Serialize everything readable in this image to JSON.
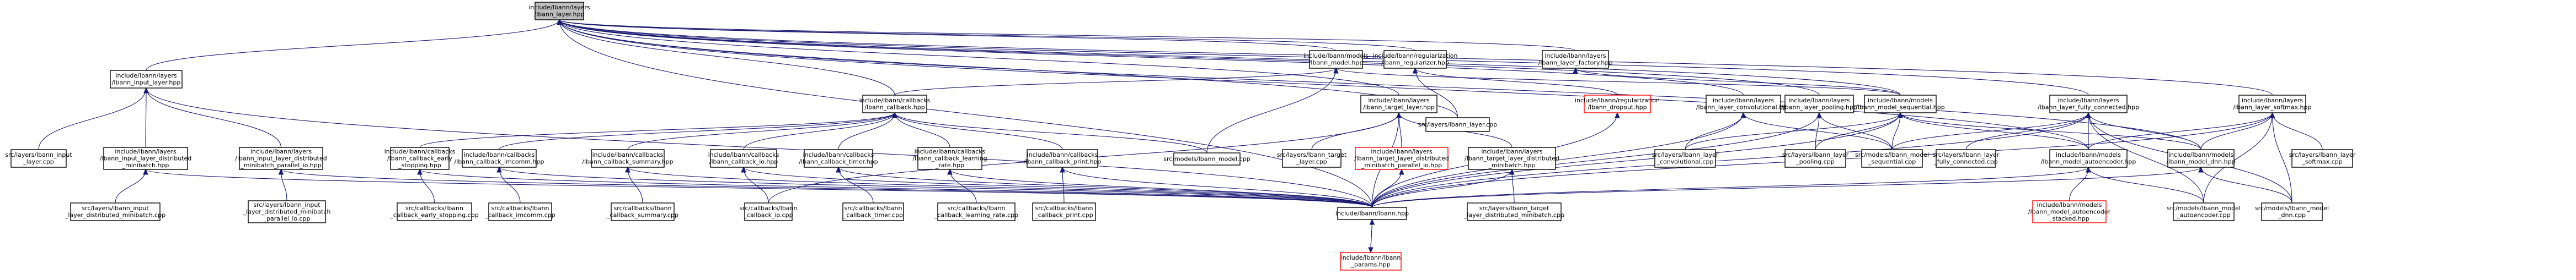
{
  "colors": {
    "edge": "#191970",
    "root_fill": "#bfbfbf",
    "missing_file_border": "#ff0000",
    "node_border": "#000000",
    "node_fill": "#ffffff"
  },
  "nodes": [
    {
      "id": "root",
      "lines": [
        "include/lbann/layers",
        "/lbann_layer.hpp"
      ],
      "style": "root"
    },
    {
      "id": "n_input_layer_hpp",
      "lines": [
        "include/lbann/layers",
        "/lbann_input_layer.hpp"
      ]
    },
    {
      "id": "n_model_hpp",
      "lines": [
        "include/lbann/models",
        "/lbann_model.hpp"
      ]
    },
    {
      "id": "n_regularizer_hpp",
      "lines": [
        "include/lbann/regularization",
        "/lbann_regularizer.hpp"
      ]
    },
    {
      "id": "n_layer_factory_hpp",
      "lines": [
        "include/lbann/layers",
        "/lbann_layer_factory.hpp"
      ]
    },
    {
      "id": "n_softmax_hpp",
      "lines": [
        "include/lbann/layers",
        "/lbann_layer_softmax.hpp"
      ]
    },
    {
      "id": "n_callback_hpp",
      "lines": [
        "include/lbann/callbacks",
        "/lbann_callback.hpp"
      ]
    },
    {
      "id": "n_target_layer_hpp",
      "lines": [
        "include/lbann/layers",
        "/lbann_target_layer.hpp"
      ]
    },
    {
      "id": "n_layer_cpp",
      "lines": [
        "src/layers/lbann_layer.cpp"
      ]
    },
    {
      "id": "n_dropout_hpp",
      "lines": [
        "include/lbann/regularization",
        "/lbann_dropout.hpp"
      ],
      "style": "missing"
    },
    {
      "id": "n_convolutional_hpp",
      "lines": [
        "include/lbann/layers",
        "/lbann_layer_convolutional.hpp"
      ]
    },
    {
      "id": "n_pooling_hpp",
      "lines": [
        "include/lbann/layers",
        "/lbann_layer_pooling.hpp"
      ]
    },
    {
      "id": "n_sequential_hpp",
      "lines": [
        "include/lbann/models",
        "/lbann_model_sequential.hpp"
      ]
    },
    {
      "id": "n_fully_connected_hpp",
      "lines": [
        "include/lbann/layers",
        "/lbann_layer_fully_connected.hpp"
      ]
    },
    {
      "id": "n_input_layer_cpp",
      "lines": [
        "src/layers/lbann_input",
        "_layer.cpp"
      ]
    },
    {
      "id": "n_input_dist_minibatch_hpp",
      "lines": [
        "include/lbann/layers",
        "/lbann_input_layer_distributed",
        "_minibatch.hpp"
      ]
    },
    {
      "id": "n_input_dist_minibatch_parallel_io_hpp",
      "lines": [
        "include/lbann/layers",
        "/lbann_input_layer_distributed",
        "_minibatch_parallel_io.hpp"
      ]
    },
    {
      "id": "n_cb_early_stopping_hpp",
      "lines": [
        "include/lbann/callbacks",
        "/lbann_callback_early",
        "_stopping.hpp"
      ]
    },
    {
      "id": "n_cb_imcomm_hpp",
      "lines": [
        "include/lbann/callbacks",
        "/lbann_callback_imcomm.hpp"
      ]
    },
    {
      "id": "n_cb_summary_hpp",
      "lines": [
        "include/lbann/callbacks",
        "/lbann_callback_summary.hpp"
      ]
    },
    {
      "id": "n_cb_io_hpp",
      "lines": [
        "include/lbann/callbacks",
        "/lbann_callback_io.hpp"
      ]
    },
    {
      "id": "n_cb_timer_hpp",
      "lines": [
        "include/lbann/callbacks",
        "/lbann_callback_timer.hpp"
      ]
    },
    {
      "id": "n_cb_learning_rate_hpp",
      "lines": [
        "include/lbann/callbacks",
        "/lbann_callback_learning",
        "_rate.hpp"
      ]
    },
    {
      "id": "n_cb_print_hpp",
      "lines": [
        "include/lbann/callbacks",
        "/lbann_callback_print.hpp"
      ]
    },
    {
      "id": "n_model_cpp",
      "lines": [
        "src/models/lbann_model.cpp"
      ]
    },
    {
      "id": "n_target_layer_cpp",
      "lines": [
        "src/layers/lbann_target",
        "_layer.cpp"
      ]
    },
    {
      "id": "n_target_dist_minibatch_parallel_io_hpp",
      "lines": [
        "include/lbann/layers",
        "/lbann_target_layer_distributed",
        "_minibatch_parallel_io.hpp"
      ],
      "style": "missing"
    },
    {
      "id": "n_target_dist_minibatch_hpp",
      "lines": [
        "include/lbann/layers",
        "/lbann_target_layer_distributed",
        "_minibatch.hpp"
      ]
    },
    {
      "id": "n_convolutional_cpp",
      "lines": [
        "src/layers/lbann_layer",
        "_convolutional.cpp"
      ]
    },
    {
      "id": "n_pooling_cpp",
      "lines": [
        "src/layers/lbann_layer",
        "_pooling.cpp"
      ]
    },
    {
      "id": "n_sequential_cpp",
      "lines": [
        "src/models/lbann_model",
        "_sequential.cpp"
      ]
    },
    {
      "id": "n_fully_connected_cpp",
      "lines": [
        "src/layers/lbann_layer",
        "_fully_connected.cpp"
      ]
    },
    {
      "id": "n_autoencoder_hpp",
      "lines": [
        "include/lbann/models",
        "/lbann_model_autoencoder.hpp"
      ]
    },
    {
      "id": "n_dnn_hpp",
      "lines": [
        "include/lbann/models",
        "/lbann_model_dnn.hpp"
      ]
    },
    {
      "id": "n_softmax_cpp",
      "lines": [
        "src/layers/lbann_layer",
        "_softmax.cpp"
      ]
    },
    {
      "id": "n_input_dist_minibatch_cpp",
      "lines": [
        "src/layers/lbann_input",
        "_layer_distributed_minibatch.cpp"
      ]
    },
    {
      "id": "n_input_dist_minibatch_parallel_io_cpp",
      "lines": [
        "src/layers/lbann_input",
        "_layer_distributed_minibatch",
        "_parallel_io.cpp"
      ]
    },
    {
      "id": "n_cb_early_stopping_cpp",
      "lines": [
        "src/callbacks/lbann",
        "_callback_early_stopping.cpp"
      ]
    },
    {
      "id": "n_cb_imcomm_cpp",
      "lines": [
        "src/callbacks/lbann",
        "_callback_imcomm.cpp"
      ]
    },
    {
      "id": "n_cb_summary_cpp",
      "lines": [
        "src/callbacks/lbann",
        "_callback_summary.cpp"
      ]
    },
    {
      "id": "n_cb_io_cpp",
      "lines": [
        "src/callbacks/lbann",
        "_callback_io.cpp"
      ]
    },
    {
      "id": "n_cb_timer_cpp",
      "lines": [
        "src/callbacks/lbann",
        "_callback_timer.cpp"
      ]
    },
    {
      "id": "n_cb_learning_rate_cpp",
      "lines": [
        "src/callbacks/lbann",
        "_callback_learning_rate.cpp"
      ]
    },
    {
      "id": "n_cb_print_cpp",
      "lines": [
        "src/callbacks/lbann",
        "_callback_print.cpp"
      ]
    },
    {
      "id": "n_lbann_hpp",
      "lines": [
        "include/lbann/lbann.hpp"
      ]
    },
    {
      "id": "n_target_dist_minibatch_cpp",
      "lines": [
        "src/layers/lbann_target",
        "_layer_distributed_minibatch.cpp"
      ]
    },
    {
      "id": "n_autoencoder_stacked_hpp",
      "lines": [
        "include/lbann/models",
        "/lbann_model_autoencoder",
        "_stacked.hpp"
      ],
      "style": "missing"
    },
    {
      "id": "n_autoencoder_cpp",
      "lines": [
        "src/models/lbann_model",
        "_autoencoder.cpp"
      ]
    },
    {
      "id": "n_dnn_cpp",
      "lines": [
        "src/models/lbann_model",
        "_dnn.cpp"
      ]
    },
    {
      "id": "n_params_hpp",
      "lines": [
        "include/lbann/lbann",
        "_params.hpp"
      ],
      "style": "missing"
    }
  ],
  "edges": [
    [
      "root",
      "n_input_layer_hpp"
    ],
    [
      "root",
      "n_model_hpp"
    ],
    [
      "root",
      "n_regularizer_hpp"
    ],
    [
      "root",
      "n_layer_factory_hpp"
    ],
    [
      "root",
      "n_softmax_hpp"
    ],
    [
      "root",
      "n_callback_hpp"
    ],
    [
      "root",
      "n_target_layer_hpp"
    ],
    [
      "root",
      "n_layer_cpp"
    ],
    [
      "root",
      "n_convolutional_hpp"
    ],
    [
      "root",
      "n_pooling_hpp"
    ],
    [
      "root",
      "n_sequential_hpp"
    ],
    [
      "root",
      "n_fully_connected_hpp"
    ],
    [
      "root",
      "n_autoencoder_hpp"
    ],
    [
      "root",
      "n_dnn_hpp"
    ],
    [
      "root",
      "n_lbann_hpp"
    ],
    [
      "n_input_layer_hpp",
      "n_input_layer_cpp"
    ],
    [
      "n_input_layer_hpp",
      "n_input_dist_minibatch_hpp"
    ],
    [
      "n_input_layer_hpp",
      "n_input_dist_minibatch_parallel_io_hpp"
    ],
    [
      "n_input_layer_hpp",
      "n_lbann_hpp"
    ],
    [
      "n_input_dist_minibatch_hpp",
      "n_input_dist_minibatch_cpp"
    ],
    [
      "n_input_dist_minibatch_hpp",
      "n_lbann_hpp"
    ],
    [
      "n_input_dist_minibatch_parallel_io_hpp",
      "n_input_dist_minibatch_parallel_io_cpp"
    ],
    [
      "n_input_dist_minibatch_parallel_io_hpp",
      "n_lbann_hpp"
    ],
    [
      "n_model_hpp",
      "n_callback_hpp"
    ],
    [
      "n_model_hpp",
      "n_model_cpp"
    ],
    [
      "n_model_hpp",
      "n_sequential_hpp"
    ],
    [
      "n_callback_hpp",
      "n_cb_early_stopping_hpp"
    ],
    [
      "n_callback_hpp",
      "n_cb_imcomm_hpp"
    ],
    [
      "n_callback_hpp",
      "n_cb_summary_hpp"
    ],
    [
      "n_callback_hpp",
      "n_cb_io_hpp"
    ],
    [
      "n_callback_hpp",
      "n_cb_timer_hpp"
    ],
    [
      "n_callback_hpp",
      "n_cb_learning_rate_hpp"
    ],
    [
      "n_callback_hpp",
      "n_cb_print_hpp"
    ],
    [
      "n_callback_hpp",
      "n_model_cpp"
    ],
    [
      "n_cb_early_stopping_hpp",
      "n_cb_early_stopping_cpp"
    ],
    [
      "n_cb_early_stopping_hpp",
      "n_lbann_hpp"
    ],
    [
      "n_cb_imcomm_hpp",
      "n_cb_imcomm_cpp"
    ],
    [
      "n_cb_imcomm_hpp",
      "n_lbann_hpp"
    ],
    [
      "n_cb_summary_hpp",
      "n_cb_summary_cpp"
    ],
    [
      "n_cb_summary_hpp",
      "n_lbann_hpp"
    ],
    [
      "n_cb_io_hpp",
      "n_cb_io_cpp"
    ],
    [
      "n_cb_io_hpp",
      "n_lbann_hpp"
    ],
    [
      "n_cb_timer_hpp",
      "n_cb_timer_cpp"
    ],
    [
      "n_cb_timer_hpp",
      "n_lbann_hpp"
    ],
    [
      "n_cb_learning_rate_hpp",
      "n_cb_learning_rate_cpp"
    ],
    [
      "n_cb_learning_rate_hpp",
      "n_lbann_hpp"
    ],
    [
      "n_cb_print_hpp",
      "n_cb_print_cpp"
    ],
    [
      "n_cb_print_hpp",
      "n_lbann_hpp"
    ],
    [
      "n_regularizer_hpp",
      "n_layer_cpp"
    ],
    [
      "n_regularizer_hpp",
      "n_dropout_hpp"
    ],
    [
      "n_dropout_hpp",
      "n_lbann_hpp"
    ],
    [
      "n_target_layer_hpp",
      "n_target_layer_cpp"
    ],
    [
      "n_target_layer_hpp",
      "n_target_dist_minibatch_parallel_io_hpp"
    ],
    [
      "n_target_layer_hpp",
      "n_target_dist_minibatch_hpp"
    ],
    [
      "n_target_layer_hpp",
      "n_lbann_hpp"
    ],
    [
      "n_target_layer_hpp",
      "n_cb_io_cpp"
    ],
    [
      "n_target_dist_minibatch_parallel_io_hpp",
      "n_lbann_hpp"
    ],
    [
      "n_target_dist_minibatch_hpp",
      "n_target_dist_minibatch_cpp"
    ],
    [
      "n_target_dist_minibatch_hpp",
      "n_lbann_hpp"
    ],
    [
      "n_layer_factory_hpp",
      "n_sequential_hpp"
    ],
    [
      "n_convolutional_hpp",
      "n_convolutional_cpp"
    ],
    [
      "n_convolutional_hpp",
      "n_sequential_cpp"
    ],
    [
      "n_convolutional_hpp",
      "n_lbann_hpp"
    ],
    [
      "n_pooling_hpp",
      "n_pooling_cpp"
    ],
    [
      "n_pooling_hpp",
      "n_sequential_cpp"
    ],
    [
      "n_pooling_hpp",
      "n_lbann_hpp"
    ],
    [
      "n_sequential_hpp",
      "n_convolutional_cpp"
    ],
    [
      "n_sequential_hpp",
      "n_pooling_cpp"
    ],
    [
      "n_sequential_hpp",
      "n_sequential_cpp"
    ],
    [
      "n_sequential_hpp",
      "n_autoencoder_hpp"
    ],
    [
      "n_sequential_hpp",
      "n_dnn_hpp"
    ],
    [
      "n_sequential_hpp",
      "n_lbann_hpp"
    ],
    [
      "n_fully_connected_hpp",
      "n_fully_connected_cpp"
    ],
    [
      "n_fully_connected_hpp",
      "n_sequential_cpp"
    ],
    [
      "n_fully_connected_hpp",
      "n_autoencoder_hpp"
    ],
    [
      "n_fully_connected_hpp",
      "n_dnn_hpp"
    ],
    [
      "n_fully_connected_hpp",
      "n_lbann_hpp"
    ],
    [
      "n_fully_connected_hpp",
      "n_autoencoder_cpp"
    ],
    [
      "n_fully_connected_hpp",
      "n_dnn_cpp"
    ],
    [
      "n_softmax_hpp",
      "n_softmax_cpp"
    ],
    [
      "n_softmax_hpp",
      "n_autoencoder_hpp"
    ],
    [
      "n_softmax_hpp",
      "n_dnn_hpp"
    ],
    [
      "n_softmax_hpp",
      "n_lbann_hpp"
    ],
    [
      "n_softmax_hpp",
      "n_autoencoder_cpp"
    ],
    [
      "n_softmax_hpp",
      "n_dnn_cpp"
    ],
    [
      "n_autoencoder_hpp",
      "n_autoencoder_stacked_hpp"
    ],
    [
      "n_autoencoder_hpp",
      "n_autoencoder_cpp"
    ],
    [
      "n_autoencoder_hpp",
      "n_lbann_hpp"
    ],
    [
      "n_dnn_hpp",
      "n_dnn_cpp"
    ],
    [
      "n_dnn_hpp",
      "n_lbann_hpp"
    ],
    [
      "n_lbann_hpp",
      "n_params_hpp"
    ],
    [
      "n_params_hpp",
      "n_lbann_hpp"
    ]
  ]
}
